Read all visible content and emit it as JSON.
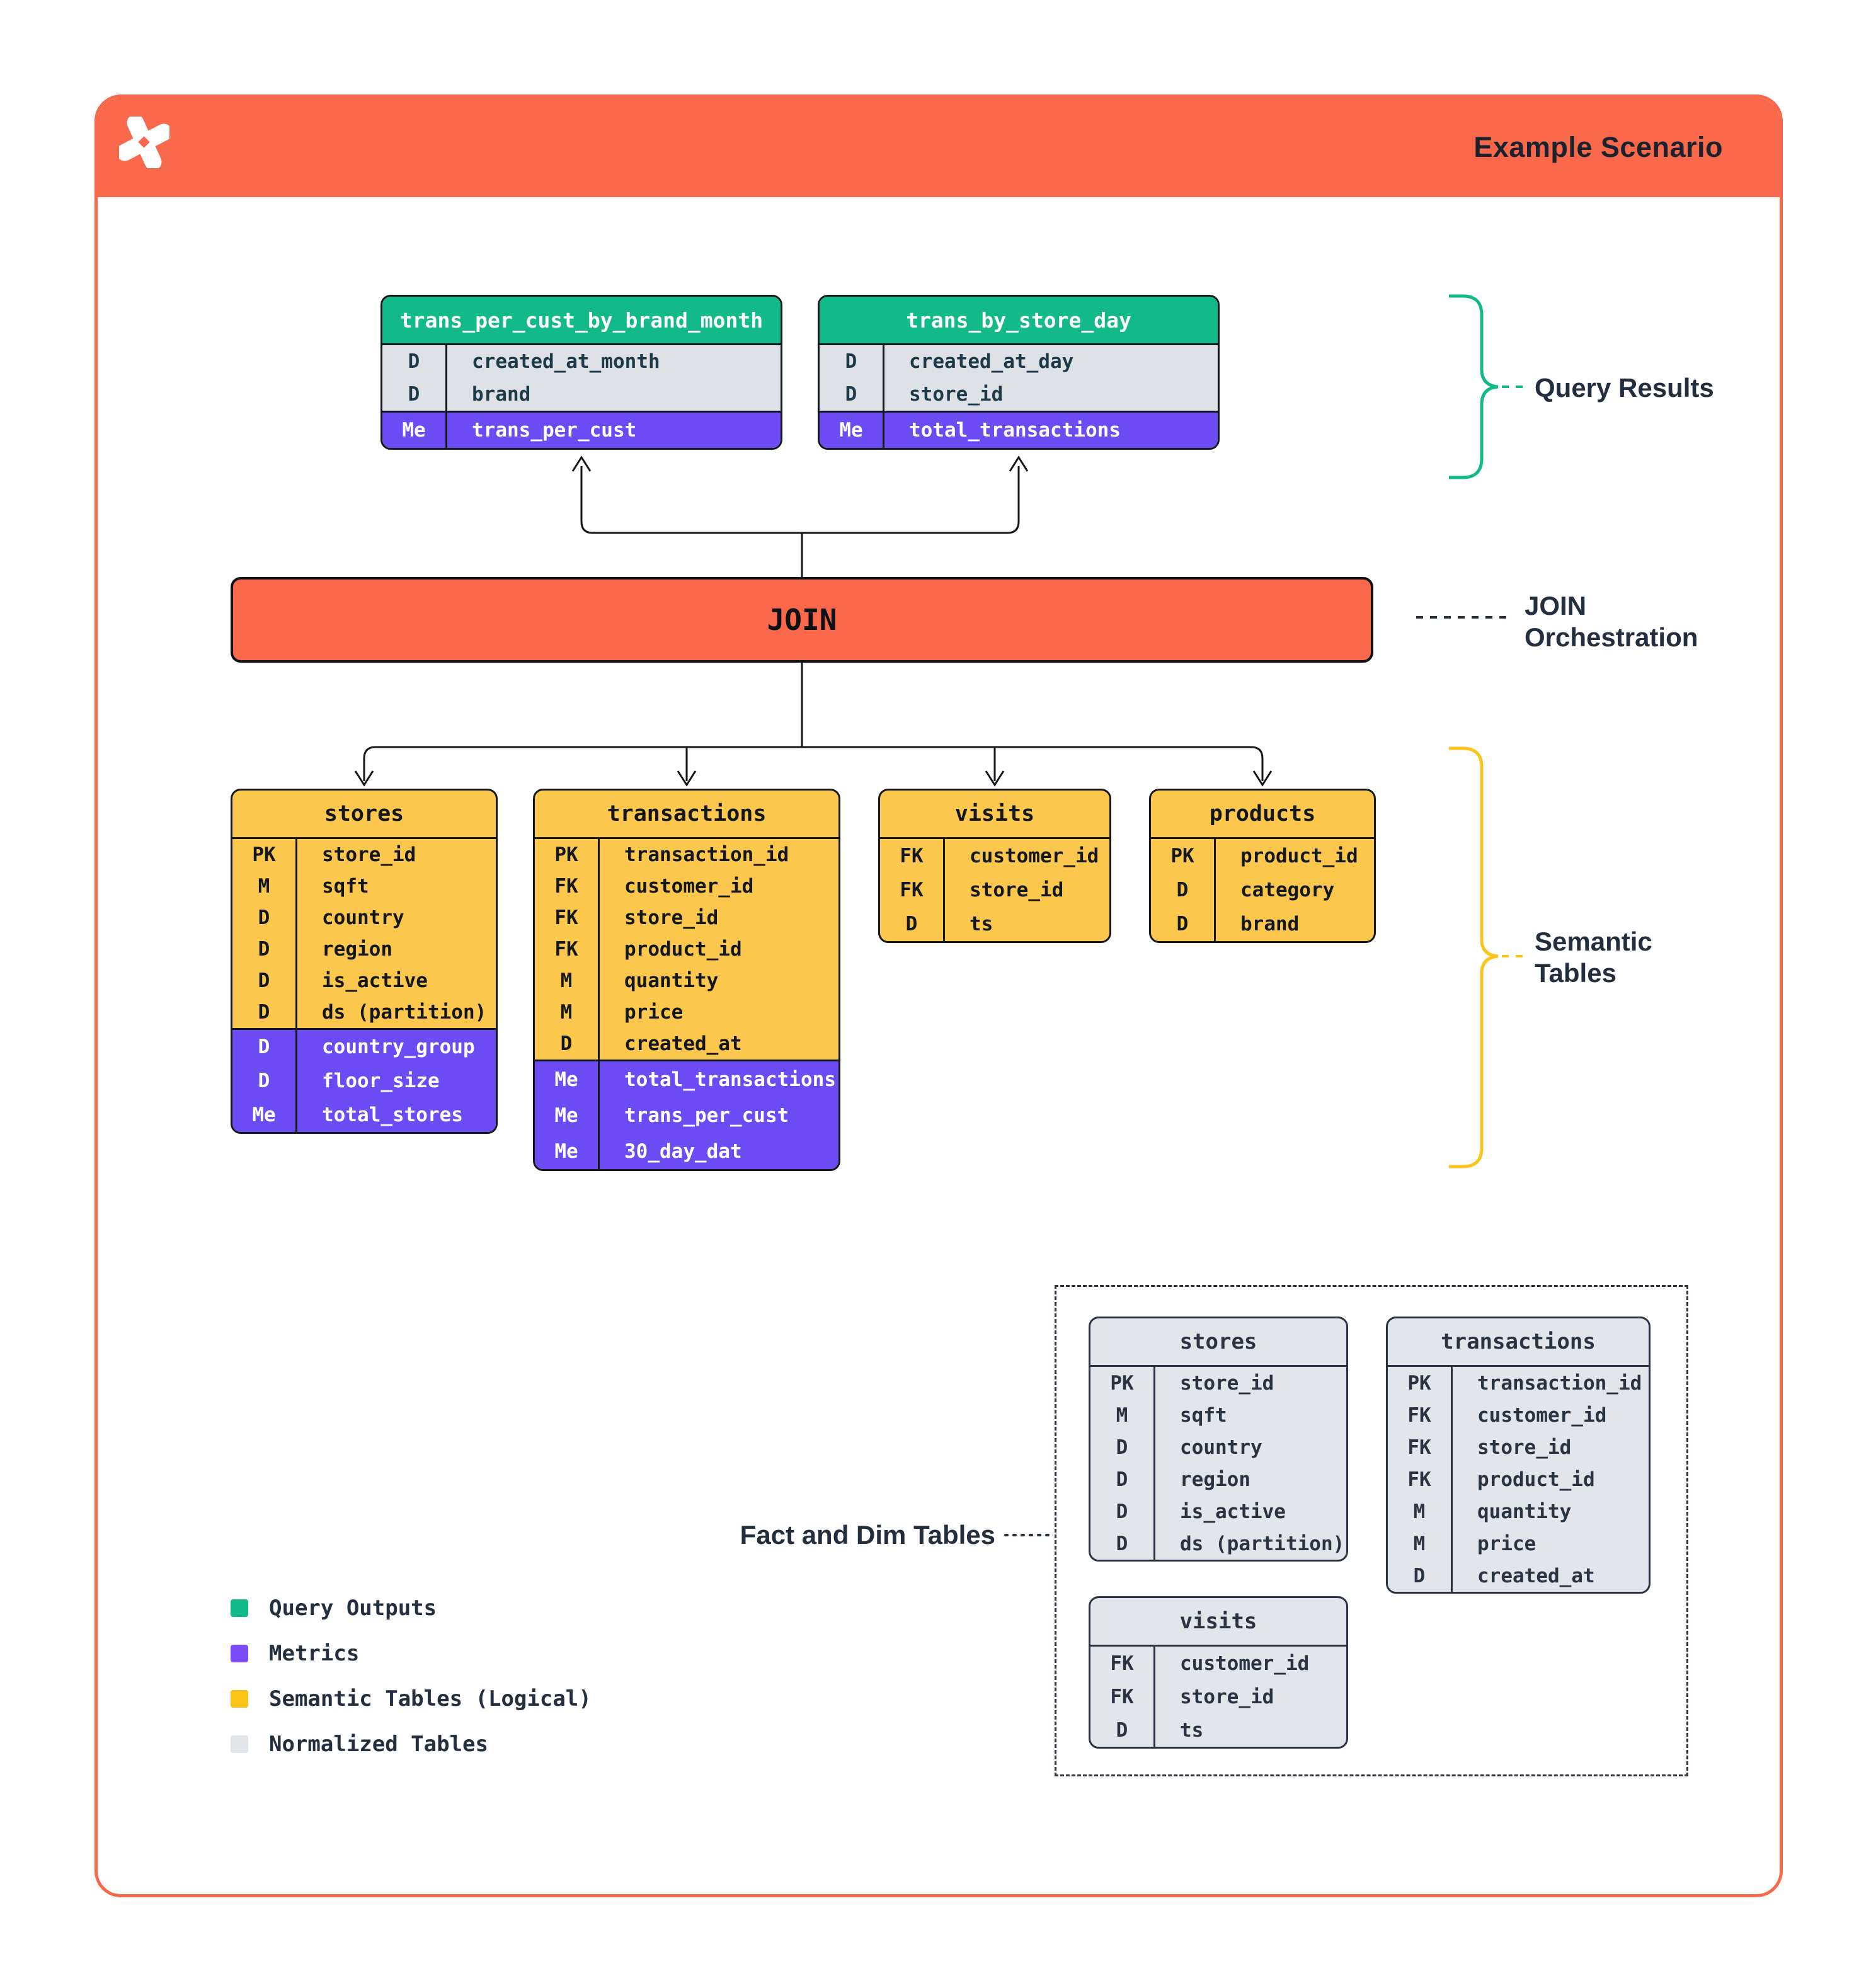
{
  "header": {
    "title": "Example Scenario",
    "logo_icon": "pinwheel-x-logo"
  },
  "colors": {
    "orange": "#F9684A",
    "green": "#12B989",
    "purple": "#6C4BF4",
    "purple-legend": "#7A4BF7",
    "yellow": "#FBC74D",
    "yellow-legend": "#FCC419",
    "gray-table": "#E2E5E9",
    "gray-rows": "#DEE1E5",
    "navy": "#2A3342",
    "label": "#232E3F",
    "ink": "#14181D",
    "slate": "#1E3A49"
  },
  "join": {
    "label": "JOIN"
  },
  "annotations": {
    "query_results": "Query Results",
    "join_line1": "JOIN",
    "join_line2": "Orchestration",
    "semantic_line1": "Semantic",
    "semantic_line2": "Tables",
    "fact_dim": "Fact and Dim Tables"
  },
  "query_results": {
    "tables": [
      {
        "name": "trans_per_cust_by_brand_month",
        "fields": [
          [
            "D",
            "created_at_month"
          ],
          [
            "D",
            "brand"
          ]
        ],
        "metrics": [
          [
            "Me",
            "trans_per_cust"
          ]
        ]
      },
      {
        "name": "trans_by_store_day",
        "fields": [
          [
            "D",
            "created_at_day"
          ],
          [
            "D",
            "store_id"
          ]
        ],
        "metrics": [
          [
            "Me",
            "total_transactions"
          ]
        ]
      }
    ]
  },
  "semantic": {
    "tables": [
      {
        "name": "stores",
        "fields": [
          [
            "PK",
            "store_id"
          ],
          [
            "M",
            "sqft"
          ],
          [
            "D",
            "country"
          ],
          [
            "D",
            "region"
          ],
          [
            "D",
            "is_active"
          ],
          [
            "D",
            "ds (partition)"
          ]
        ],
        "metrics": [
          [
            "D",
            "country_group"
          ],
          [
            "D",
            "floor_size"
          ],
          [
            "Me",
            "total_stores"
          ]
        ]
      },
      {
        "name": "transactions",
        "fields": [
          [
            "PK",
            "transaction_id"
          ],
          [
            "FK",
            "customer_id"
          ],
          [
            "FK",
            "store_id"
          ],
          [
            "FK",
            "product_id"
          ],
          [
            "M",
            "quantity"
          ],
          [
            "M",
            "price"
          ],
          [
            "D",
            "created_at"
          ]
        ],
        "metrics": [
          [
            "Me",
            "total_transactions"
          ],
          [
            "Me",
            "trans_per_cust"
          ],
          [
            "Me",
            "30_day_dat"
          ]
        ]
      },
      {
        "name": "visits",
        "fields": [
          [
            "FK",
            "customer_id"
          ],
          [
            "FK",
            "store_id"
          ],
          [
            "D",
            "ts"
          ]
        ],
        "metrics": []
      },
      {
        "name": "products",
        "fields": [
          [
            "PK",
            "product_id"
          ],
          [
            "D",
            "category"
          ],
          [
            "D",
            "brand"
          ]
        ],
        "metrics": []
      }
    ]
  },
  "normalized": {
    "tables": [
      {
        "name": "stores",
        "fields": [
          [
            "PK",
            "store_id"
          ],
          [
            "M",
            "sqft"
          ],
          [
            "D",
            "country"
          ],
          [
            "D",
            "region"
          ],
          [
            "D",
            "is_active"
          ],
          [
            "D",
            "ds (partition)"
          ]
        ],
        "metrics": []
      },
      {
        "name": "transactions",
        "fields": [
          [
            "PK",
            "transaction_id"
          ],
          [
            "FK",
            "customer_id"
          ],
          [
            "FK",
            "store_id"
          ],
          [
            "FK",
            "product_id"
          ],
          [
            "M",
            "quantity"
          ],
          [
            "M",
            "price"
          ],
          [
            "D",
            "created_at"
          ]
        ],
        "metrics": []
      },
      {
        "name": "visits",
        "fields": [
          [
            "FK",
            "customer_id"
          ],
          [
            "FK",
            "store_id"
          ],
          [
            "D",
            "ts"
          ]
        ],
        "metrics": []
      }
    ]
  },
  "legend": {
    "items": [
      {
        "label": "Query Outputs",
        "color": "#12B989"
      },
      {
        "label": "Metrics",
        "color": "#7A4BF7"
      },
      {
        "label": "Semantic Tables (Logical)",
        "color": "#FCC419"
      },
      {
        "label": "Normalized Tables",
        "color": "#E2E5E9"
      }
    ]
  }
}
